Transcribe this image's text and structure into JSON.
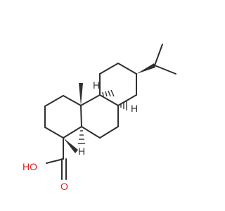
{
  "molecule": {
    "atom_labels": {
      "h_upper_left": "H",
      "h_upper_right": "H",
      "h_lower": "H",
      "hydroxyl": "HO",
      "carbonyl_o": "O"
    },
    "colors": {
      "bond": "#2f2f2f",
      "heteroatom_oxygen": "#e02020",
      "background": "#ffffff"
    }
  }
}
